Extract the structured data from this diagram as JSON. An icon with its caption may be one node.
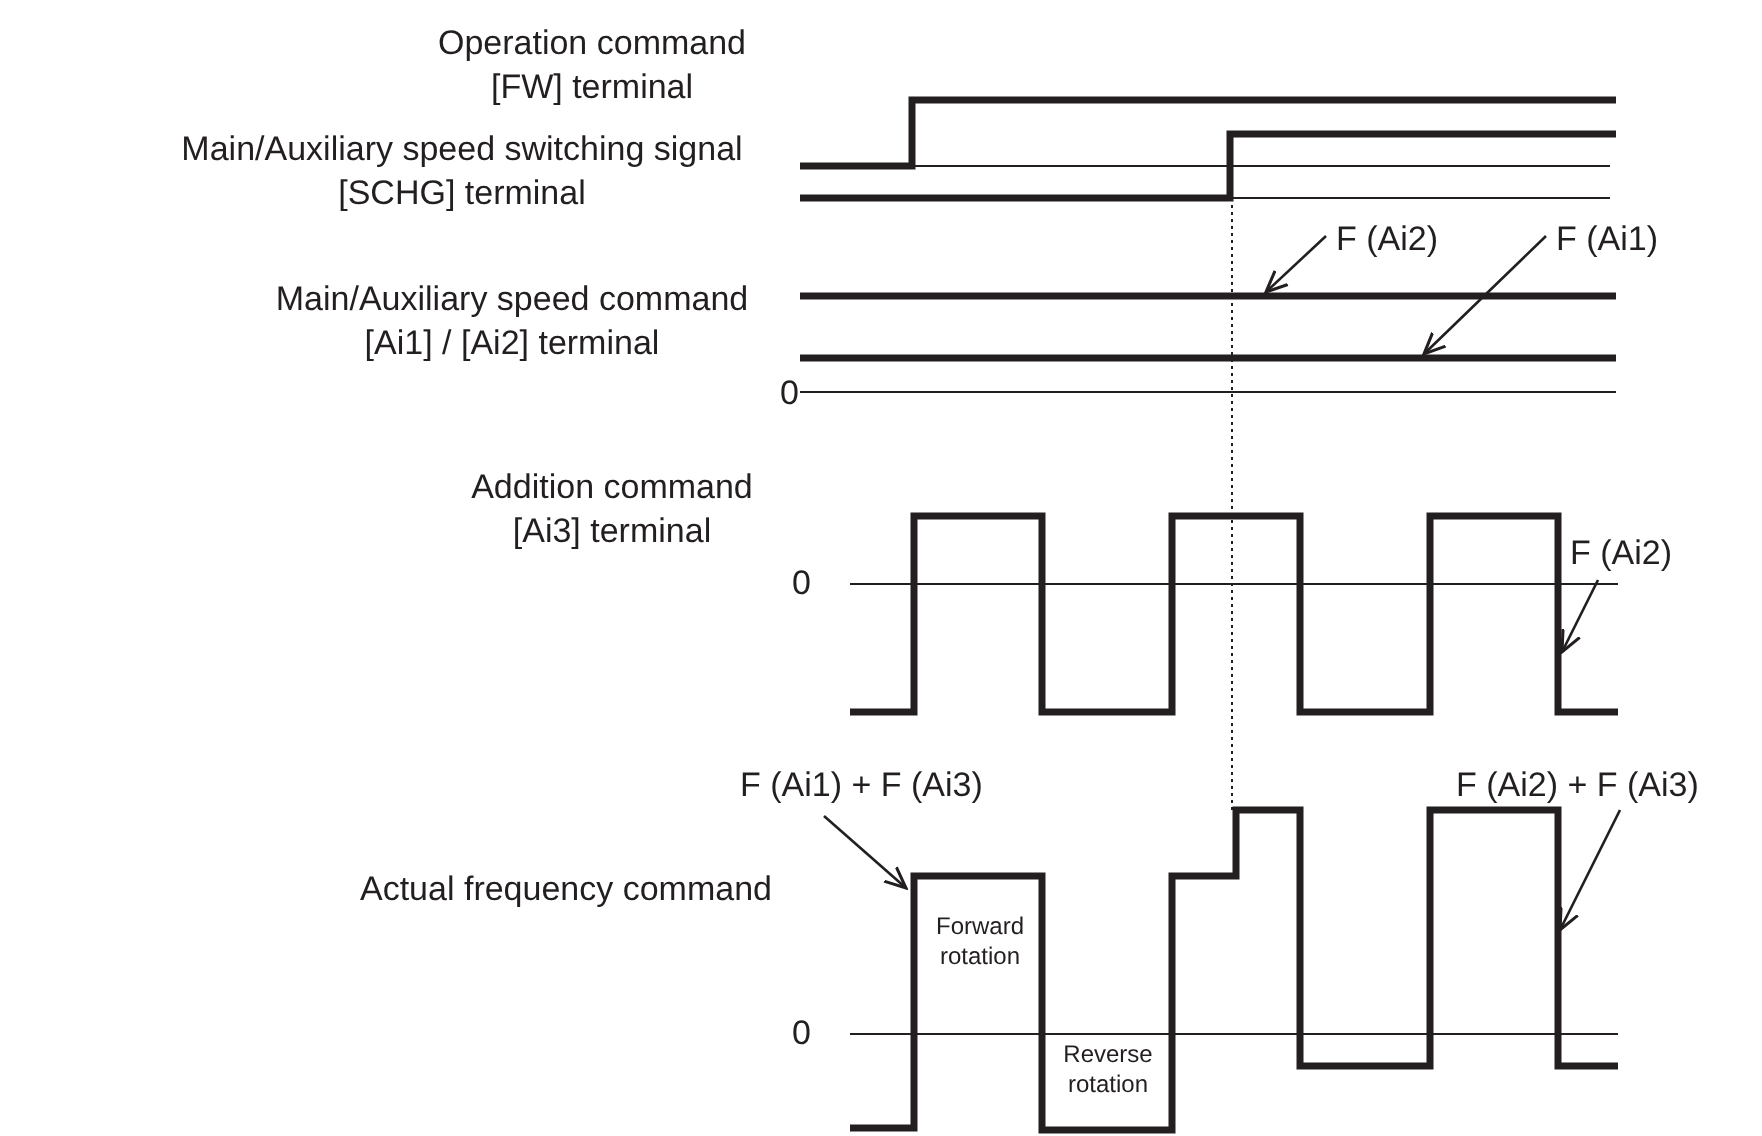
{
  "diagram": {
    "nodes": [
      {
        "text": [
          "F (Ai2)"
        ]
      },
      {
        "text": [
          "F (Ai1)"
        ]
      },
      {
        "text": [
          "F (Ai2)"
        ]
      },
      {
        "text": [
          "F (Ai1) + F (Ai3)"
        ]
      },
      {
        "text": [
          "F (Ai2) + F (Ai3)"
        ]
      }
    ],
    "edges": [
      {
        "from": 0,
        "to": null,
        "arrow": "to"
      },
      {
        "from": 1,
        "to": null,
        "arrow": "to"
      },
      {
        "from": 2,
        "to": null,
        "arrow": "to"
      },
      {
        "from": 3,
        "to": null,
        "arrow": "to"
      },
      {
        "from": 4,
        "to": null,
        "arrow": "to"
      }
    ],
    "labels": [
      "Operation command [FW] terminal",
      "Main/Auxiliary speed switching signal [SCHG] terminal",
      "Main/Auxiliary speed command [Ai1] / [Ai2] terminal",
      "0",
      "Addition command [Ai3] terminal",
      "0",
      "Actual frequency command",
      "0",
      "Forward rotation",
      "Reverse rotation"
    ]
  }
}
